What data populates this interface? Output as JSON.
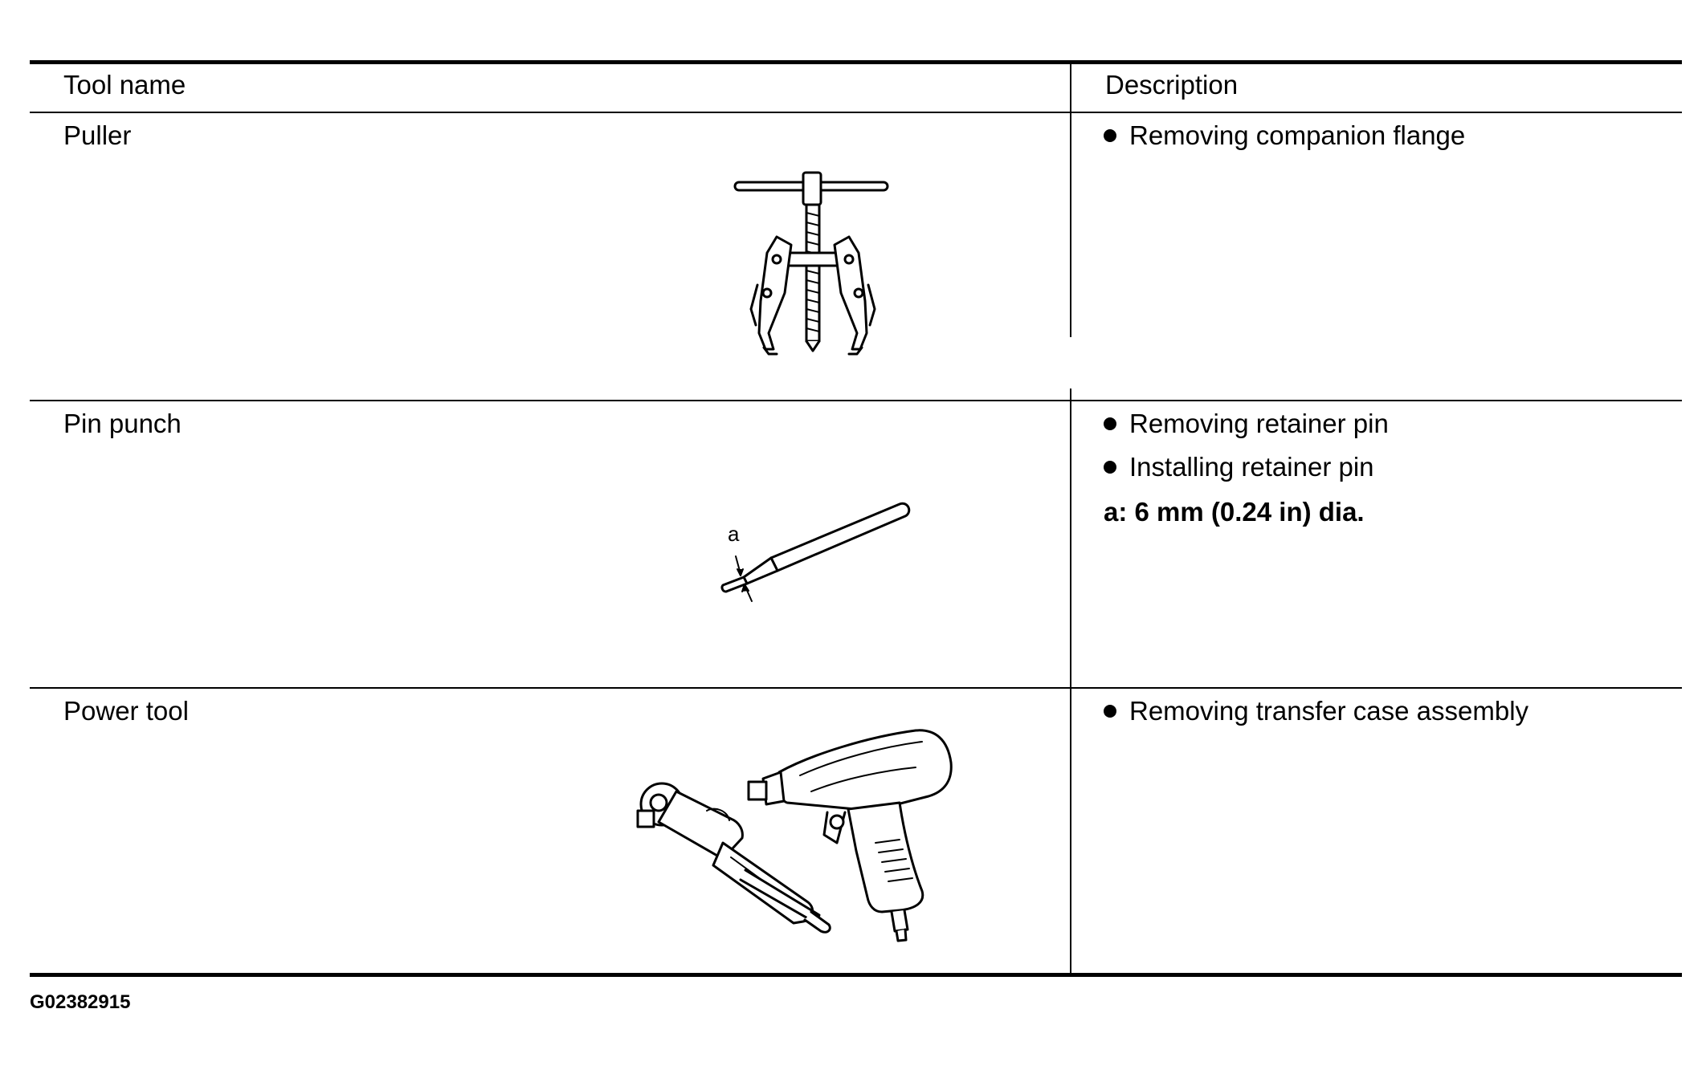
{
  "table": {
    "headers": {
      "tool_name": "Tool name",
      "description": "Description"
    },
    "rows": [
      {
        "tool": "Puller",
        "illustration": "puller-icon",
        "bullets": [
          "Removing companion flange"
        ],
        "notes": []
      },
      {
        "tool": "Pin punch",
        "illustration": "pin-punch-icon",
        "callout": "a",
        "bullets": [
          "Removing retainer pin",
          "Installing retainer pin"
        ],
        "notes": [
          "a: 6 mm (0.24 in) dia."
        ]
      },
      {
        "tool": "Power tool",
        "illustration": "power-tool-icon",
        "bullets": [
          "Removing transfer case assembly"
        ],
        "notes": []
      }
    ]
  },
  "footer": {
    "code": "G02382915"
  }
}
